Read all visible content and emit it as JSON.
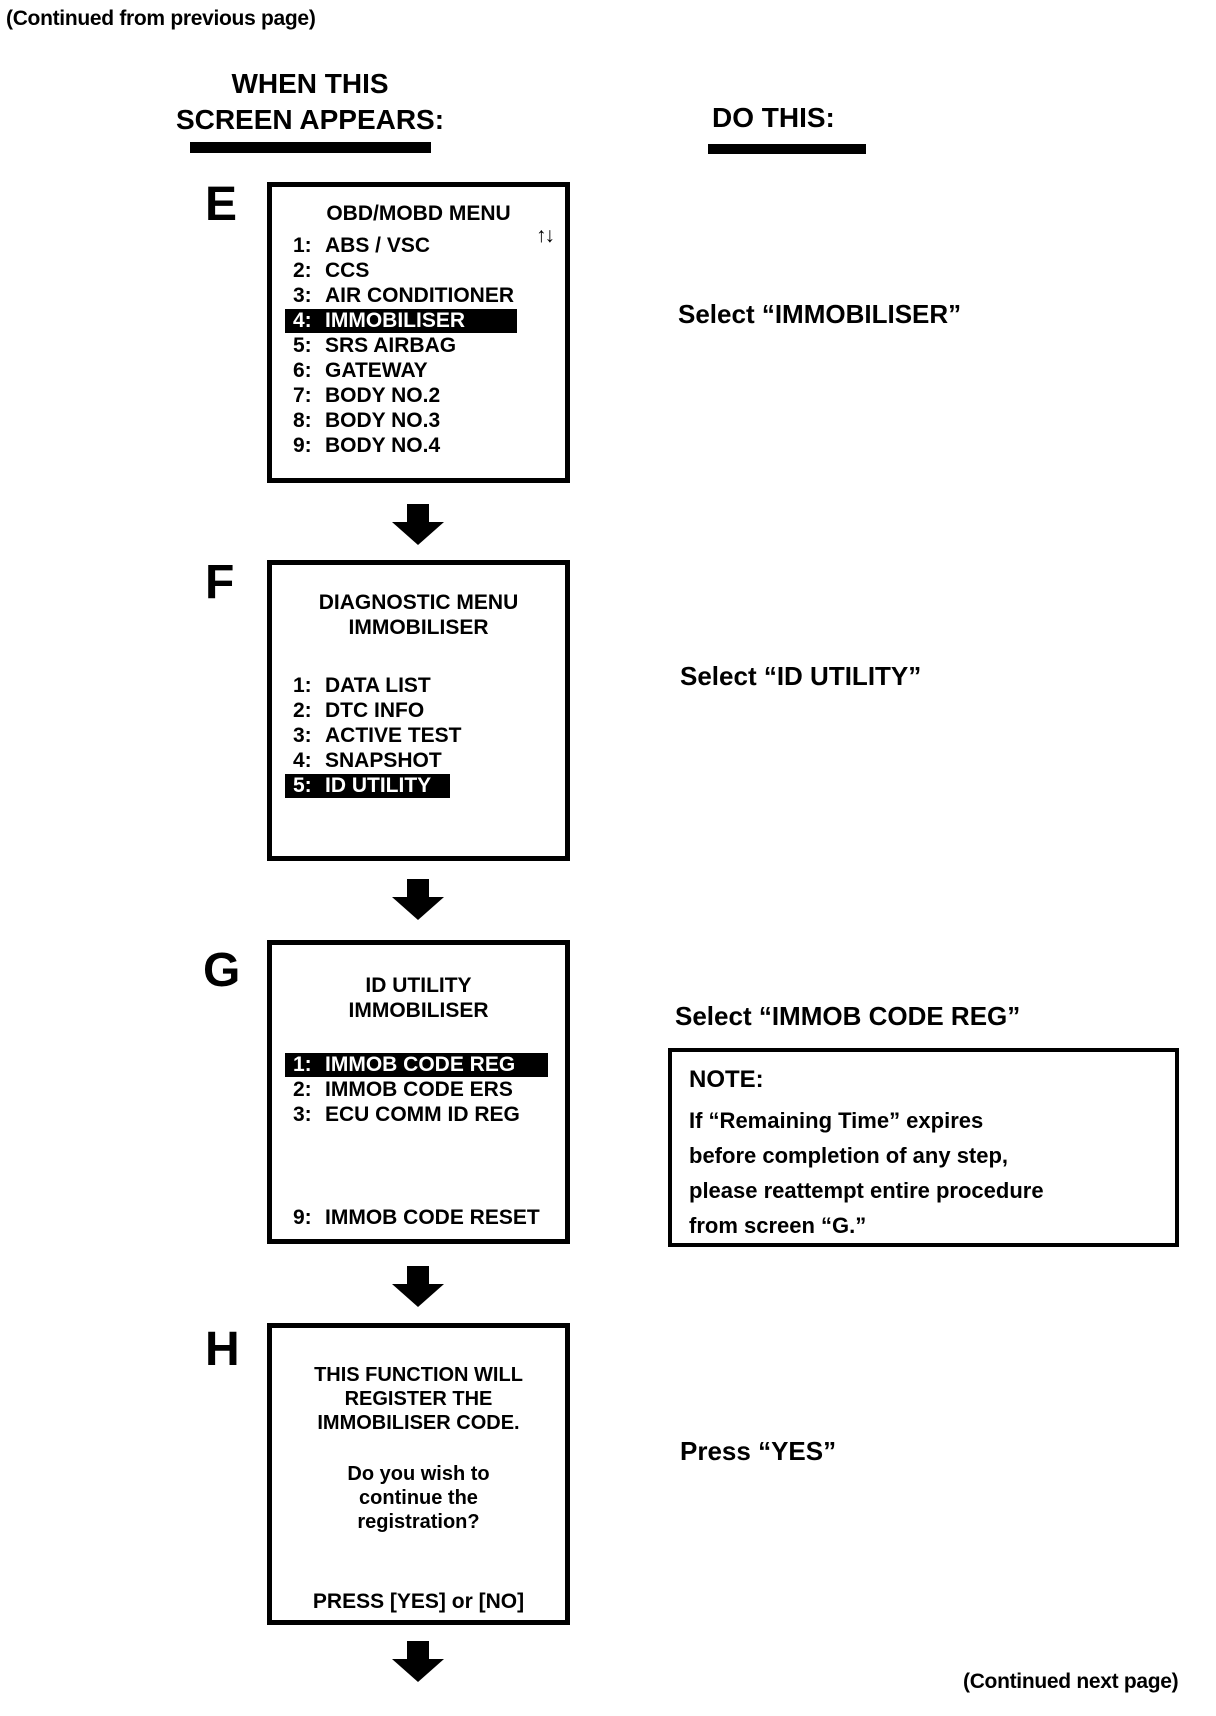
{
  "page": {
    "continued_from": "(Continued from previous page)",
    "continued_next": "(Continued next page)"
  },
  "headers": {
    "when_line1": "WHEN THIS",
    "when_line2": "SCREEN APPEARS:",
    "do_this": "DO THIS:"
  },
  "screens": {
    "e": {
      "label": "E",
      "title": "OBD/MOBD MENU",
      "scroll_icon": "↑↓",
      "items": [
        {
          "num": "1:",
          "label": "ABS / VSC"
        },
        {
          "num": "2:",
          "label": "CCS"
        },
        {
          "num": "3:",
          "label": "AIR CONDITIONER"
        },
        {
          "num": "4:",
          "label": "IMMOBILISER"
        },
        {
          "num": "5:",
          "label": "SRS AIRBAG"
        },
        {
          "num": "6:",
          "label": "GATEWAY"
        },
        {
          "num": "7:",
          "label": "BODY NO.2"
        },
        {
          "num": "8:",
          "label": "BODY NO.3"
        },
        {
          "num": "9:",
          "label": "BODY NO.4"
        }
      ],
      "highlighted_item": "4: IMMOBILISER",
      "action": "Select “IMMOBILISER”"
    },
    "f": {
      "label": "F",
      "title_line1": "DIAGNOSTIC MENU",
      "title_line2": "IMMOBILISER",
      "items": [
        {
          "num": "1:",
          "label": "DATA LIST"
        },
        {
          "num": "2:",
          "label": "DTC INFO"
        },
        {
          "num": "3:",
          "label": "ACTIVE TEST"
        },
        {
          "num": "4:",
          "label": "SNAPSHOT"
        },
        {
          "num": "5:",
          "label": "ID UTILITY"
        }
      ],
      "highlighted_item": "5: ID UTILITY",
      "action": "Select “ID UTILITY”"
    },
    "g": {
      "label": "G",
      "title_line1": "ID UTILITY",
      "title_line2": "IMMOBILISER",
      "items": [
        {
          "num": "1:",
          "label": "IMMOB CODE REG"
        },
        {
          "num": "2:",
          "label": "IMMOB CODE ERS"
        },
        {
          "num": "3:",
          "label": "ECU COMM ID REG"
        },
        {
          "num": "9:",
          "label": "IMMOB CODE RESET"
        }
      ],
      "highlighted_item": "1: IMMOB CODE REG",
      "action": "Select “IMMOB CODE REG”",
      "note": {
        "heading": "NOTE:",
        "lines": [
          "If “Remaining Time” expires",
          "before completion of any step,",
          "please reattempt entire procedure",
          "from screen “G.”"
        ]
      }
    },
    "h": {
      "label": "H",
      "message1": [
        "THIS FUNCTION WILL",
        "REGISTER THE",
        "IMMOBILISER CODE."
      ],
      "message2": [
        "Do you wish to",
        "continue the",
        "registration?"
      ],
      "prompt": "PRESS [YES] or [NO]",
      "action": "Press “YES”"
    }
  }
}
